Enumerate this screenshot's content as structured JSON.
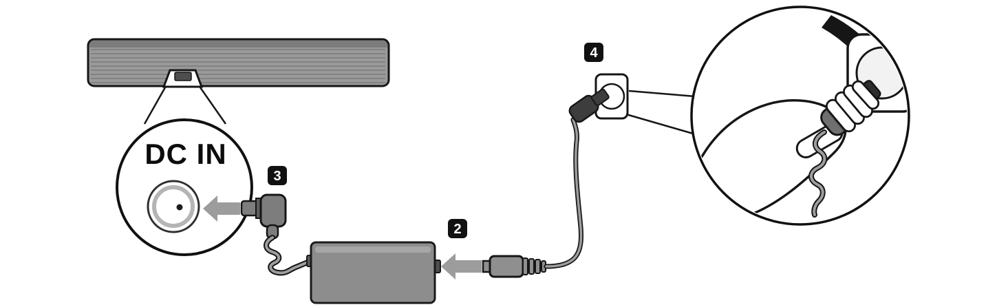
{
  "figure": {
    "type": "instruction-diagram",
    "description": "Power connection diagram: DC plug into soundbar DC IN jack (step 3), power cord into AC adapter (step 2), wall plug into outlet (step 4, magnified)",
    "labels": {
      "dc_in": "DC IN"
    },
    "steps": {
      "step2": "2",
      "step3": "3",
      "step4": "4"
    },
    "colors": {
      "outline": "#161616",
      "badge_bg": "#111111",
      "badge_text": "#ffffff",
      "device_gray": "#8d8d8d",
      "soundbar_gray": "#9a9a9a",
      "arrow_gray": "#9c9c9c",
      "plug_gray": "#757575",
      "cable_gray": "#9e9e9e",
      "background": "#ffffff"
    }
  }
}
